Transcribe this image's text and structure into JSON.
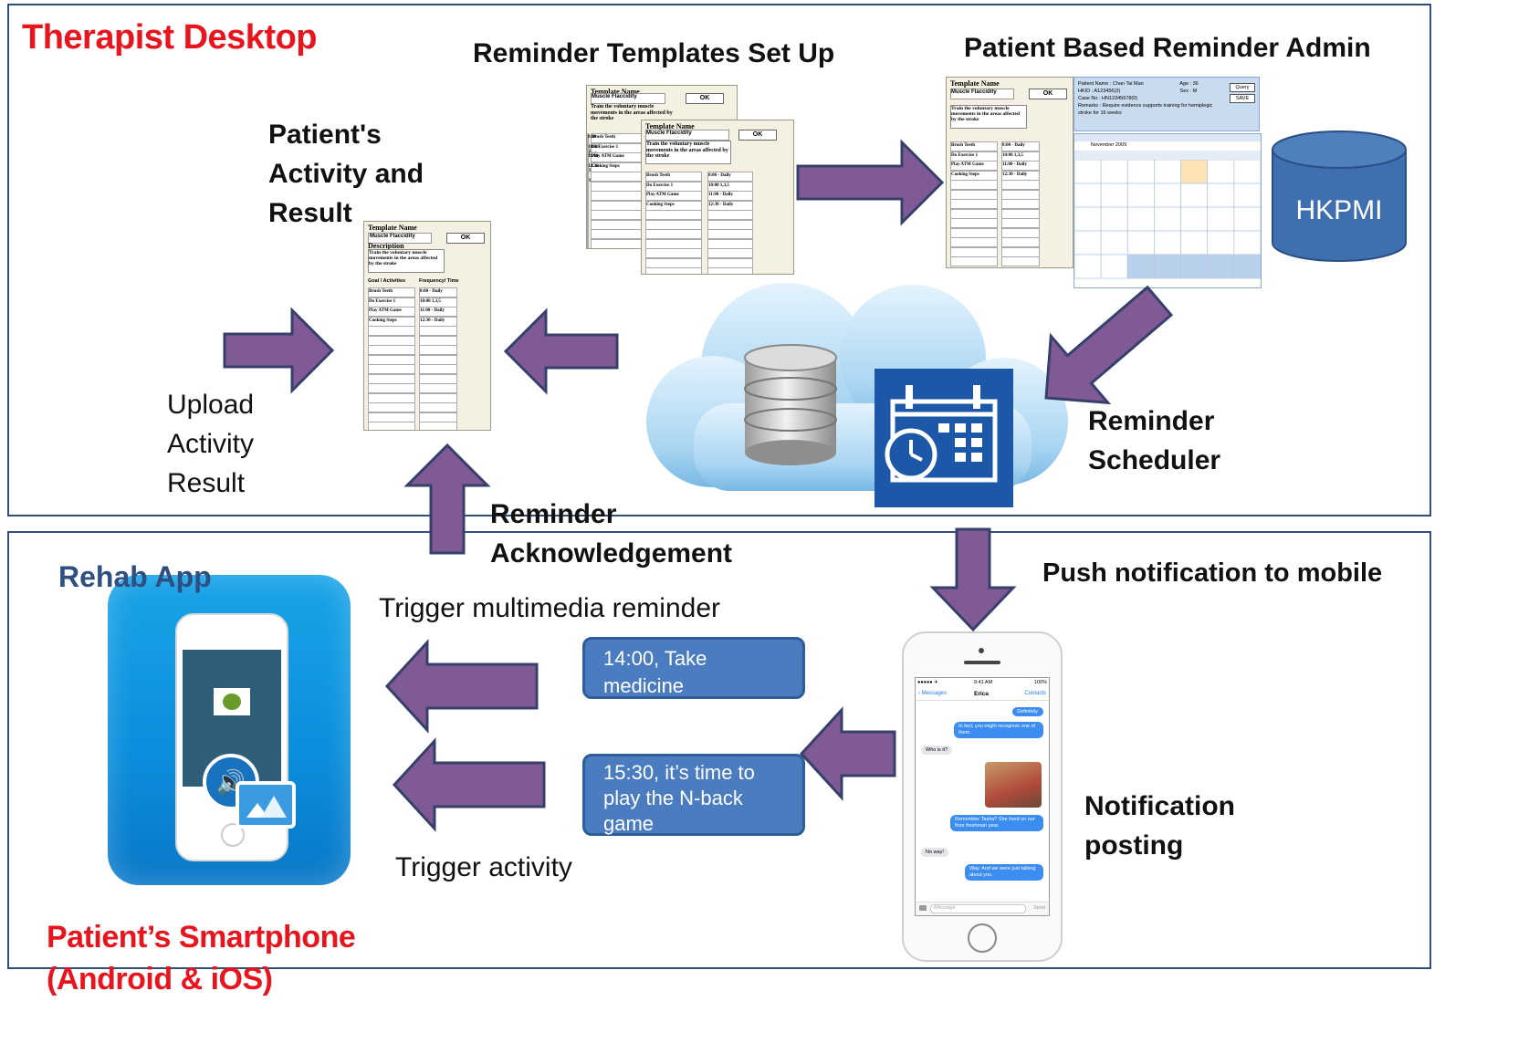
{
  "therapist": {
    "title": "Therapist Desktop",
    "templates_title": "Reminder Templates Set Up",
    "admin_title": "Patient Based Reminder Admin",
    "activity_title": "Patient's Activity and Result",
    "upload_label": "Upload Activity Result",
    "scheduler_label": "Reminder Scheduler",
    "database_label": "HKPMI"
  },
  "middle": {
    "ack_label": "Reminder Acknowledgement",
    "push_label": "Push notification to mobile"
  },
  "patient": {
    "title": "Patient’s Smartphone (Android & iOS)",
    "app_label": "Rehab App",
    "trigger_reminder_label": "Trigger multimedia reminder",
    "trigger_activity_label": "Trigger activity",
    "bubble1": "14:00,  Take medicine",
    "bubble2": "15:30, it’s time to play  the N-back game",
    "notification_label": "Notification posting"
  },
  "form": {
    "template_name_label": "Template Name",
    "template_value": "Muscle Flaccidity",
    "ok": "OK",
    "description_label": "Description",
    "description_text": "Train the voluntary muscle movements in the areas affected by the stroke",
    "goal_header": "Goal / Activities",
    "freq_header": "Frequency/ Time",
    "activities": [
      "Brush Teeth",
      "Do Exercise 1",
      "Play ATM Game",
      "Cooking Steps"
    ],
    "times": [
      "8:00 - Daily",
      "10:00 1,3,5",
      "11:00 - Daily",
      "12:30 - Daily"
    ]
  },
  "admin_form": {
    "patient_name": "Patient Name :  Chan Tai Man",
    "age": "Age : 36",
    "hkid": "HKID          :  A123456(3)",
    "sex": "Sex : M",
    "case_no": "Case No      :  HN12345678(0)",
    "remarks": "Remarks       :  Require evidence supports training for hemiplegic stroke for 16 weeks",
    "query": "Query",
    "save": "SAVE",
    "month": "November 2009"
  },
  "phone_messages": {
    "status_time": "9:41 AM",
    "carrier": "●●●●● ✈",
    "battery": "100%",
    "back": "Messages",
    "contact": "Erica",
    "contacts": "Contacts",
    "msg1": "Definitely.",
    "msg2": "In fact, you might recognize one of them.",
    "msg3": "Who is it?",
    "msg4": "Remember Tasha? She lived on our floor freshman year.",
    "msg5": "No way!",
    "msg6": "Way. And we were just talking about you.",
    "input_placeholder": "iMessage",
    "send": "Send"
  },
  "colors": {
    "arrow_fill": "#7f5a96",
    "arrow_stroke": "#37406a",
    "red_title": "#e8141e",
    "bubble": "#4a7cbf",
    "cylinder": "#3f6fae",
    "rehab_title": "#2e4f7f"
  }
}
